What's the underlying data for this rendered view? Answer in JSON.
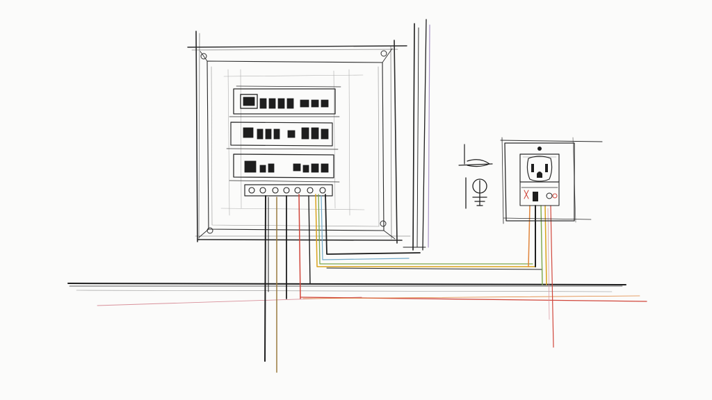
{
  "diagram": {
    "style": "hand-drawn pencil sketch",
    "components": [
      "breaker-panel",
      "wall-outlet",
      "ground-symbol",
      "floor-line"
    ],
    "panel": {
      "breaker_rows": 3,
      "terminals": 7
    },
    "outlet": {
      "type": "duplex receptacle",
      "terminals": 3
    }
  },
  "colors": {
    "background": "#fbfbfa",
    "pencil": "#2a2a2a",
    "pencil_light": "#8c8c8c",
    "wire_black": "#1e1e1e",
    "wire_red": "#d0453a",
    "wire_yellow": "#d9a21b",
    "wire_green": "#7aa64a",
    "wire_blue": "#6fa9c9",
    "wire_orange": "#e0843a",
    "wire_brown": "#9a7a3e",
    "wire_purple": "#a690c4",
    "wire_pink": "#d8909a"
  },
  "icons": [
    "ground-icon",
    "breaker-switch-icon"
  ]
}
